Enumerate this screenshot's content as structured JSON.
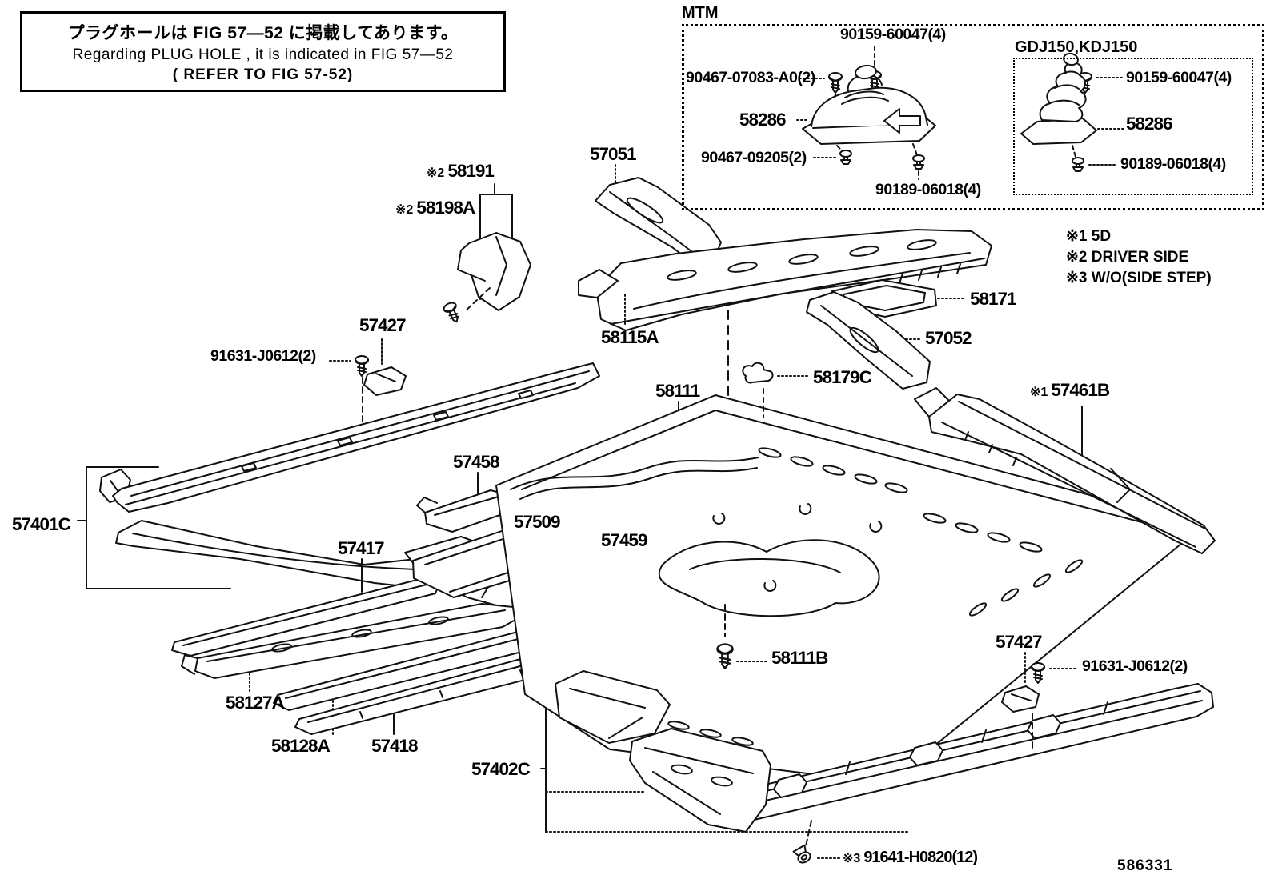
{
  "note_box": {
    "line1": "プラグホールは FIG 57—52 に掲載してあります。",
    "line2": "Regarding  PLUG  HOLE , it is indicated in FIG 57—52",
    "line3": "( REFER TO FIG 57-52)"
  },
  "mtm_box": {
    "title": "MTM",
    "labels": {
      "bolt_top": "90159-60047(4)",
      "screw_left": "90467-07083-A0(2)",
      "boot": "58286",
      "screw_bottom": "90467-09205(2)",
      "clip_bottom": "90189-06018(4)"
    }
  },
  "gdj_box": {
    "title": "GDJ150,KDJ150",
    "labels": {
      "bolt": "90159-60047(4)",
      "boot": "58286",
      "nut": "90189-06018(4)"
    }
  },
  "legend": {
    "items": [
      "※1 5D",
      "※2 DRIVER SIDE",
      "※3 W/O(SIDE STEP)"
    ]
  },
  "parts": {
    "p57051": {
      "prefix": "",
      "number": "57051"
    },
    "p58191": {
      "prefix": "※2",
      "number": "58191"
    },
    "p58198A": {
      "prefix": "※2",
      "number": "58198A"
    },
    "p57427_top": {
      "prefix": "",
      "number": "57427"
    },
    "p91631_top": {
      "prefix": "",
      "number": "91631-J0612(2)"
    },
    "p58115A": {
      "prefix": "",
      "number": "58115A"
    },
    "p58171": {
      "prefix": "",
      "number": "58171"
    },
    "p57052": {
      "prefix": "",
      "number": "57052"
    },
    "p58179C": {
      "prefix": "",
      "number": "58179C"
    },
    "p58111": {
      "prefix": "",
      "number": "58111"
    },
    "p57461B": {
      "prefix": "※1",
      "number": "57461B"
    },
    "p57401C": {
      "prefix": "",
      "number": "57401C"
    },
    "p57458": {
      "prefix": "",
      "number": "57458"
    },
    "p57509": {
      "prefix": "",
      "number": "57509"
    },
    "p57459": {
      "prefix": "",
      "number": "57459"
    },
    "p57417": {
      "prefix": "",
      "number": "57417"
    },
    "p58127A": {
      "prefix": "",
      "number": "58127A"
    },
    "p58128A": {
      "prefix": "",
      "number": "58128A"
    },
    "p57418": {
      "prefix": "",
      "number": "57418"
    },
    "p58111B": {
      "prefix": "",
      "number": "58111B"
    },
    "p57427_bottom": {
      "prefix": "",
      "number": "57427"
    },
    "p91631_bottom": {
      "prefix": "",
      "number": "91631-J0612(2)"
    },
    "p57402C": {
      "prefix": "",
      "number": "57402C"
    },
    "p91641": {
      "prefix": "※3",
      "number": "91641-H0820(12)"
    }
  },
  "footer": {
    "doc_number": "586331"
  }
}
